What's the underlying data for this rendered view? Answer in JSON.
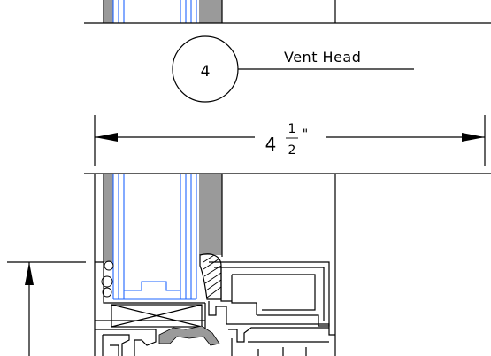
{
  "detail": {
    "number": "4",
    "title": "Vent Head"
  },
  "dimension": {
    "whole": "4",
    "numerator": "1",
    "denominator": "2",
    "unit_mark": "\""
  }
}
